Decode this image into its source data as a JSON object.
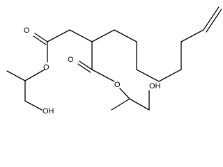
{
  "structure": {
    "atom_labels": {
      "carbonyl_o_upper": "O",
      "ester_o_upper": "O",
      "hydroxyl_upper": "OH",
      "carbonyl_o_lower": "O",
      "ester_o_lower": "O",
      "hydroxyl_lower": "OH"
    }
  }
}
